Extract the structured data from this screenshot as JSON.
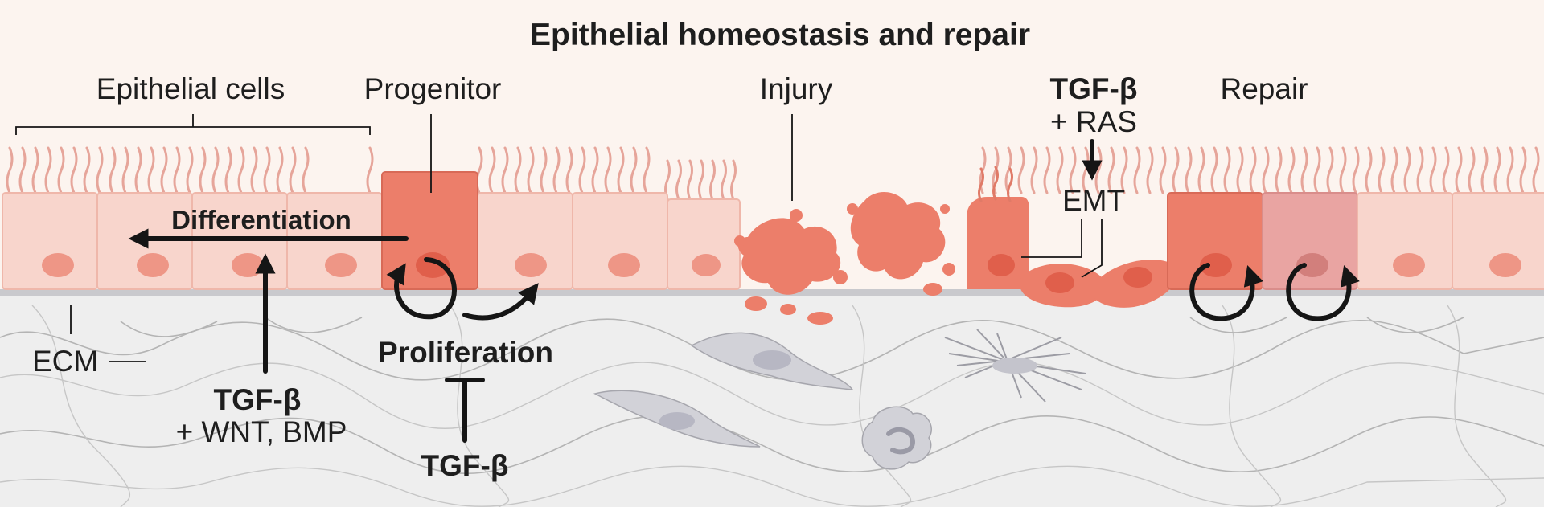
{
  "diagram": {
    "title": "Epithelial homeostasis and repair",
    "labels": {
      "epithelial_cells": "Epithelial cells",
      "progenitor": "Progenitor",
      "injury": "Injury",
      "repair": "Repair",
      "tgfb_ras_line1": "TGF-β",
      "tgfb_ras_line2": "+ RAS",
      "emt": "EMT",
      "differentiation": "Differentiation",
      "ecm": "ECM",
      "tgfb_wnt_line1": "TGF-β",
      "tgfb_wnt_line2": "+ WNT, BMP",
      "proliferation": "Proliferation",
      "tgfb_inhibit": "TGF-β"
    },
    "colors": {
      "epithelium_light": "#f8d5cc",
      "epithelium_dark": "#ec7e6a",
      "repair_pink": "#e9a4a2",
      "nucleus": "#ee9686",
      "cilia": "#e6a59a",
      "ecm_background": "#eeeeee",
      "basement_membrane": "#c9c9cd",
      "fibroblast": "#d2d2d8",
      "arrow": "#151515"
    }
  }
}
